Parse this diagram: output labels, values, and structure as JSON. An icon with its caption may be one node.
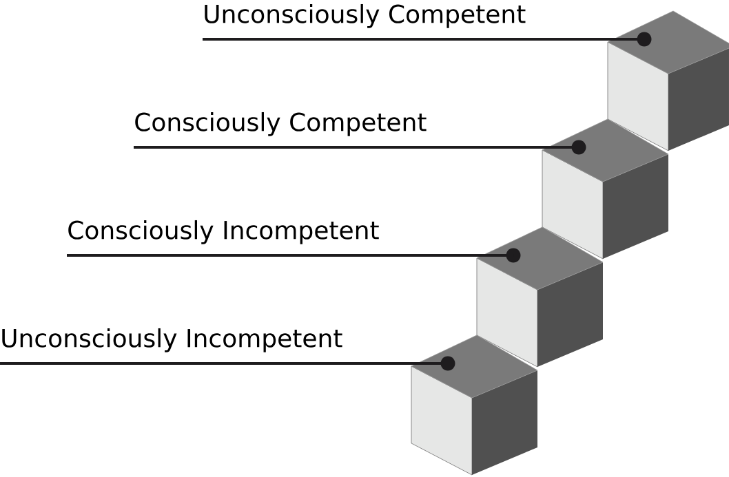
{
  "diagram": {
    "nodes": [
      {
        "text": [
          "Unconsciously Competent"
        ]
      },
      {
        "text": [],
        "shape": "cube"
      },
      {
        "text": [
          "Consciously Competent"
        ]
      },
      {
        "text": [],
        "shape": "cube"
      },
      {
        "text": [
          "Consciously Incompetent"
        ]
      },
      {
        "text": [],
        "shape": "cube"
      },
      {
        "text": [
          "Unconsciously Incompetent"
        ]
      },
      {
        "text": [],
        "shape": "cube"
      }
    ],
    "edges": [
      {
        "from": 0,
        "to": 1,
        "arrow": "none"
      },
      {
        "from": 2,
        "to": 3,
        "arrow": "none"
      },
      {
        "from": 4,
        "to": 5,
        "arrow": "none"
      },
      {
        "from": 6,
        "to": 7,
        "arrow": "none"
      }
    ]
  }
}
